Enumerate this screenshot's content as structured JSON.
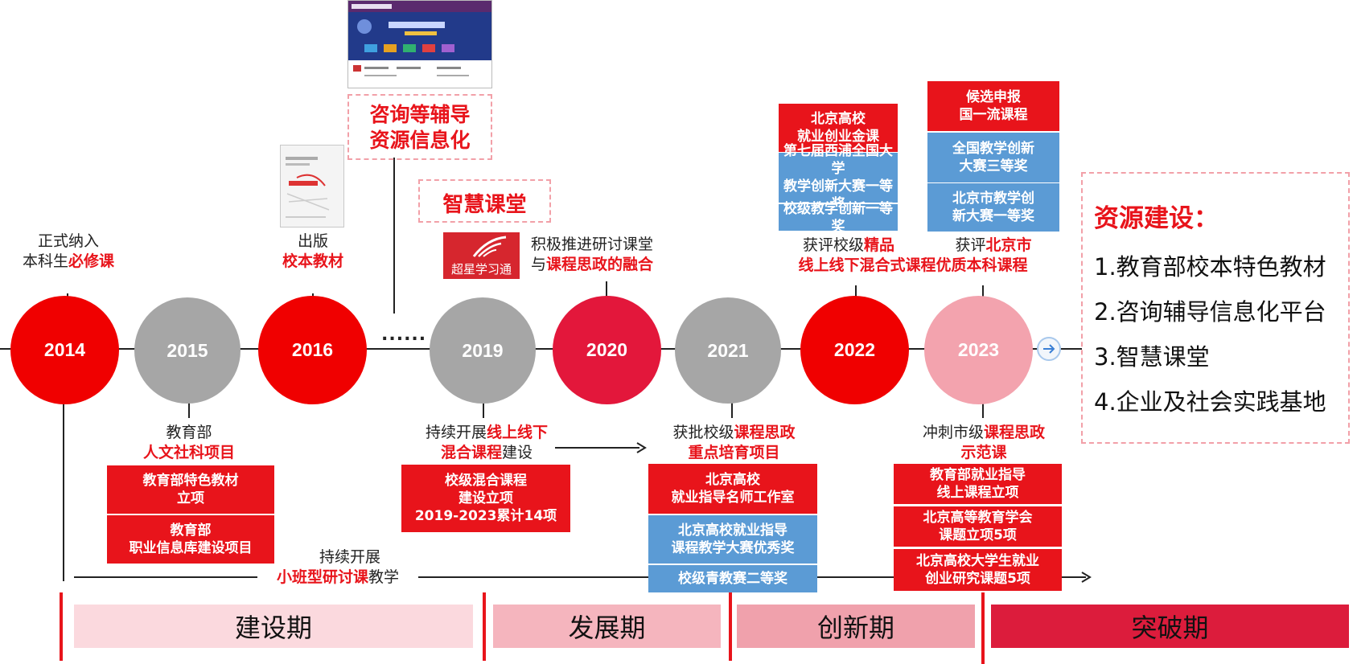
{
  "years": [
    {
      "label": "2014"
    },
    {
      "label": "2015"
    },
    {
      "label": "2016"
    },
    {
      "label": "2019"
    },
    {
      "label": "2020"
    },
    {
      "label": "2021"
    },
    {
      "label": "2022"
    },
    {
      "label": "2023"
    }
  ],
  "ellipsis": "......",
  "thumbnail_caption": {
    "line1": "咨询等辅导",
    "line2": "资源信息化"
  },
  "smart_class": "智慧课堂",
  "chaoxing_logo": "超星学习通",
  "top": {
    "y2014": {
      "line1": "正式纳入",
      "line2_plain": "本科生",
      "line2_hl": "必修课"
    },
    "y2016": {
      "line1": "出版",
      "line2_hl": "校本教材"
    },
    "y2020": {
      "line1": "积极推进研讨课堂",
      "line2_plain": "与",
      "line2_hl": "课程思政的融合"
    },
    "y2022": {
      "line1_plain": "获评校级",
      "line1_hl": "精品",
      "line2_hl": "线上线下混合式课程"
    },
    "y2023": {
      "line1_plain": "获评",
      "line1_hl": "北京市",
      "line2_hl": "优质本科课程"
    }
  },
  "boxes_2022": [
    {
      "l1": "北京高校",
      "l2": "就业创业金课"
    },
    {
      "l1": "第七届西浦全国大学",
      "l2": "教学创新大赛一等奖"
    },
    {
      "l1": "校级教学创新一等奖"
    }
  ],
  "boxes_2023": [
    {
      "l1": "候选申报",
      "l2": "国一流课程"
    },
    {
      "l1": "全国教学创新",
      "l2": "大赛三等奖"
    },
    {
      "l1": "北京市教学创",
      "l2": "新大赛一等奖"
    }
  ],
  "resources": {
    "title": "资源建设：",
    "items": [
      "1.教育部校本特色教材",
      "2.咨询辅导信息化平台",
      "3.智慧课堂",
      "4.企业及社会实践基地"
    ]
  },
  "bottom": {
    "y2015": {
      "line1": "教育部",
      "line2_hl": "人文社科项目"
    },
    "y2015_boxes": [
      {
        "l1": "教育部特色教材",
        "l2": "立项"
      },
      {
        "l1": "教育部",
        "l2": "职业信息库建设项目"
      }
    ],
    "y2019": {
      "line1_plain": "持续开展",
      "line1_hl": "线上线下",
      "line2_hl": "混合课程",
      "line2_plain": "建设"
    },
    "y2019_box": {
      "l1": "校级混合课程",
      "l2": "建设立项",
      "l3": "2019-2023累计14项"
    },
    "y2021": {
      "line1_plain": "获批校级",
      "line1_hl": "课程思政",
      "line2_hl": "重点培育项目"
    },
    "y2021_boxes": [
      {
        "l1": "北京高校",
        "l2": "就业指导名师工作室"
      },
      {
        "l1": "北京高校就业指导",
        "l2": "课程教学大赛优秀奖"
      },
      {
        "l1": "校级青教赛二等奖"
      }
    ],
    "y2023": {
      "line1_plain": "冲刺市级",
      "line1_hl": "课程思政",
      "line2_hl": "示范课"
    },
    "y2023_boxes": [
      {
        "l1": "教育部就业指导",
        "l2": "线上课程立项"
      },
      {
        "l1": "北京高等教育学会",
        "l2": "课题立项5项"
      },
      {
        "l1": "北京高校大学生就业",
        "l2": "创业研究课题5项"
      }
    ],
    "small_class": {
      "line1": "持续开展",
      "line2_hl": "小班型研讨课",
      "line2_plain": "教学"
    }
  },
  "phases": [
    "建设期",
    "发展期",
    "创新期",
    "突破期"
  ],
  "colors": {
    "red": "#f00000",
    "accent": "#e8141b",
    "gray": "#a6a6a6",
    "blue": "#5b9bd5"
  }
}
